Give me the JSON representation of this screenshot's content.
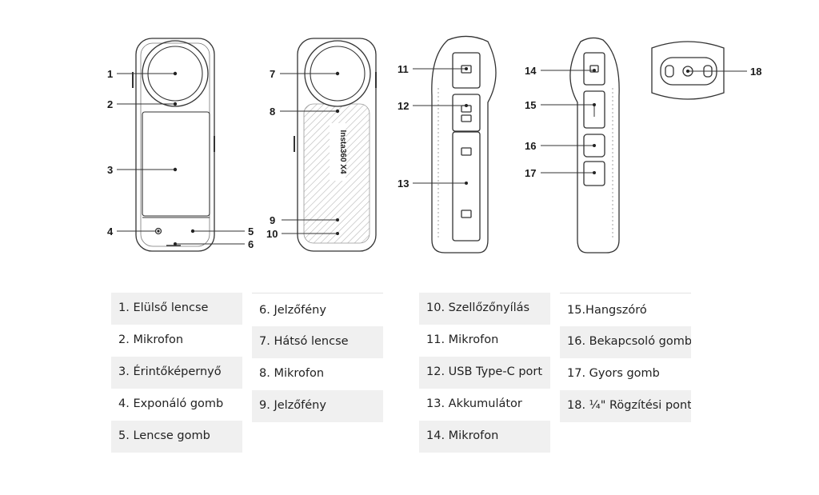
{
  "diagram": {
    "brand_text": "Insta360 X4",
    "callouts": [
      "1",
      "2",
      "3",
      "4",
      "5",
      "6",
      "7",
      "8",
      "9",
      "10",
      "11",
      "12",
      "13",
      "14",
      "15",
      "16",
      "17",
      "18"
    ]
  },
  "legend": {
    "col1": [
      "1. Elülső lencse",
      "2. Mikrofon",
      "3. Érintőképernyő",
      "4. Exponáló gomb",
      "5. Lencse gomb"
    ],
    "col2": [
      "6. Jelzőfény",
      "7. Hátsó lencse",
      "8. Mikrofon",
      "9. Jelzőfény"
    ],
    "col3": [
      "10. Szellőzőnyílás",
      "11. Mikrofon",
      "12. USB Type-C port",
      "13. Akkumulátor",
      "14. Mikrofon"
    ],
    "col4": [
      "15.Hangszóró",
      "16. Bekapcsoló gomb",
      "17. Gyors gomb",
      "18. ¼\" Rögzítési pont"
    ]
  }
}
